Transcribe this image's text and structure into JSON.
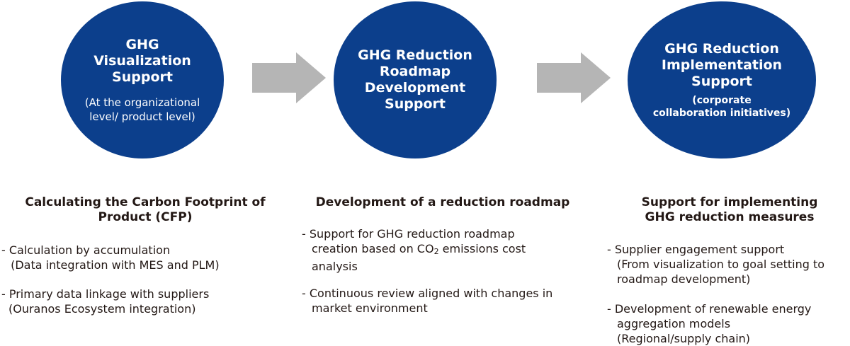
{
  "steps": [
    {
      "title_lines": [
        "GHG",
        "Visualization",
        "Support"
      ],
      "subtitle_lines": [
        "(At the organizational",
        "level/ product level)"
      ]
    },
    {
      "title_lines": [
        "GHG Reduction",
        "Roadmap",
        "Development",
        "Support"
      ],
      "subtitle_lines": []
    },
    {
      "title_lines": [
        "GHG Reduction",
        "Implementation",
        "Support"
      ],
      "subtitle_lines": [
        "(corporate",
        "collaboration initiatives)"
      ]
    }
  ],
  "columns": [
    {
      "heading_lines": [
        "Calculating the Carbon Footprint of",
        "Product (CFP)"
      ],
      "items": [
        {
          "line1": "- Calculation by accumulation",
          "line2": " (Data integration with MES and PLM)"
        },
        {
          "line1": "- Primary data linkage with suppliers",
          "line2": "(Ouranos Ecosystem integration)"
        }
      ]
    },
    {
      "heading_lines": [
        "Development of a reduction roadmap"
      ],
      "items": [
        {
          "line1": "- Support for GHG reduction roadmap",
          "line2a": "creation based on CO",
          "line2sub": "2",
          "line2b": " emissions cost",
          "line3": "analysis"
        },
        {
          "line1": "- Continuous review aligned with changes in",
          "line2": "market environment"
        }
      ]
    },
    {
      "heading_lines": [
        "Support for implementing",
        "GHG reduction measures"
      ],
      "items": [
        {
          "line1": "- Supplier engagement support",
          "line2": "(From visualization to goal setting to",
          "line3": "roadmap development)"
        },
        {
          "line1": "- Development of renewable energy",
          "line2": "aggregation models",
          "line3": "(Regional/supply chain)"
        }
      ]
    }
  ],
  "colors": {
    "circle": "#0c3f8c",
    "arrow": "#b5b5b5",
    "text": "#231815"
  }
}
